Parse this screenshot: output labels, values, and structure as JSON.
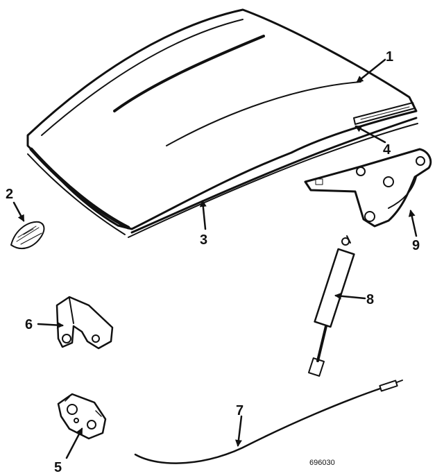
{
  "callouts": {
    "c1": "1",
    "c2": "2",
    "c3": "3",
    "c4": "4",
    "c5": "5",
    "c6": "6",
    "c7": "7",
    "c8": "8",
    "c9": "9"
  },
  "drawing_number": "696030",
  "colors": {
    "ink": "#111111",
    "paper": "#ffffff"
  }
}
